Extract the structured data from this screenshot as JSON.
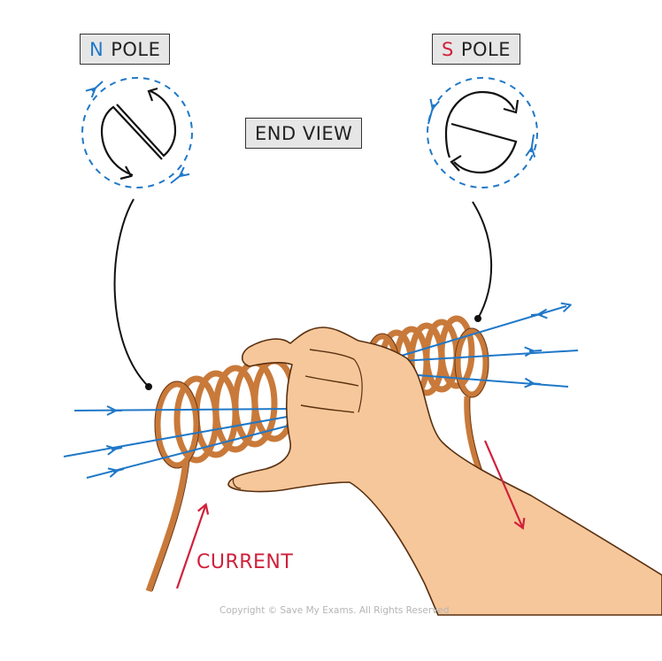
{
  "labels": {
    "n_pole": {
      "letter": "N",
      "word": "POLE"
    },
    "s_pole": {
      "letter": "S",
      "word": "POLE"
    },
    "end_view": "END VIEW",
    "current": "CURRENT",
    "copyright": "Copyright © Save My Exams. All Rights Reserved"
  },
  "colors": {
    "field_lines": "#1f78c8",
    "current_arrow": "#d0203a",
    "n_letter": "#1f78c8",
    "s_letter": "#d0203a",
    "label_background": "#e6e6e6",
    "coil_wire": "#c97a3a",
    "skin": "#f6c79a"
  }
}
